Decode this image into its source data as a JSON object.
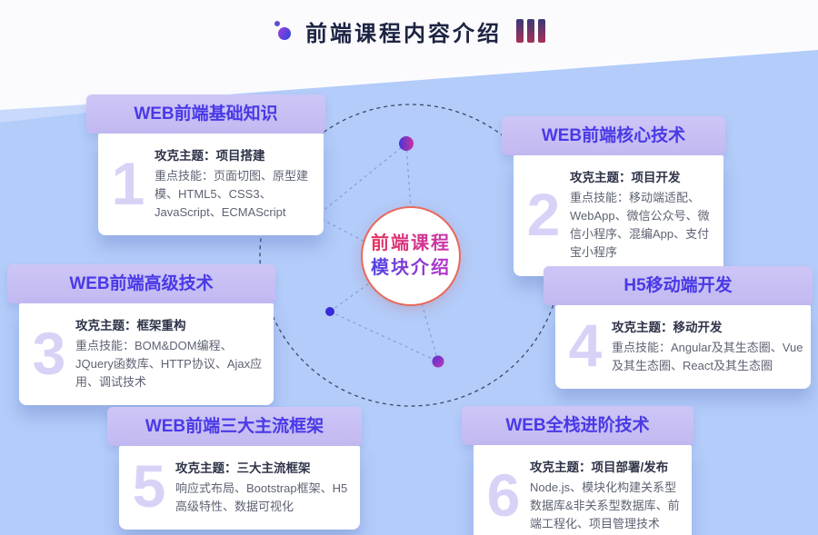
{
  "title": {
    "text": "前端课程内容介绍"
  },
  "hub": {
    "line1": "前端课程",
    "line2": "模块介绍"
  },
  "cards": [
    {
      "num": "1",
      "header": "WEB前端基础知识",
      "theme_line": "攻克主题：项目搭建",
      "skills_line": "重点技能：页面切图、原型建模、HTML5、CSS3、JavaScript、ECMAScript"
    },
    {
      "num": "2",
      "header": "WEB前端核心技术",
      "theme_line": "攻克主题：项目开发",
      "skills_line": "重点技能：移动端适配、WebApp、微信公众号、微信小程序、混编App、支付宝小程序"
    },
    {
      "num": "3",
      "header": "WEB前端高级技术",
      "theme_line": "攻克主题：框架重构",
      "skills_line": "重点技能：BOM&DOM编程、JQuery函数库、HTTP协议、Ajax应用、调试技术"
    },
    {
      "num": "4",
      "header": "H5移动端开发",
      "theme_line": "攻克主题：移动开发",
      "skills_line": "重点技能：Angular及其生态圈、Vue及其生态圈、React及其生态圈"
    },
    {
      "num": "5",
      "header": "WEB前端三大主流框架",
      "theme_line": "攻克主题：三大主流框架",
      "skills_line": "响应式布局、Bootstrap框架、H5高级特性、数据可视化"
    },
    {
      "num": "6",
      "header": "WEB全栈进阶技术",
      "theme_line": "攻克主题：项目部署/发布",
      "skills_line": "Node.js、模块化构建关系型数据库&非关系型数据库、前端工程化、项目管理技术"
    }
  ],
  "colors": {
    "background_blue": "#b3ccf9",
    "top_plane_white": "#fbfbfe",
    "wedge_blue": "#c9d9fb",
    "title_text": "#1d2442",
    "card_header_bg": "#c7c0f3",
    "card_header_text": "#4a39e6",
    "card_number": "#d9d2f7",
    "theme_text": "#2e3348",
    "skills_text": "#5e6373",
    "hub_border": "#e8695d",
    "hub_text_pink": "#e8335c",
    "hub_text_indigo": "#4f43e3",
    "dashed_circle": "#3c4867",
    "connector_line": "#6e82be",
    "node_gradient_start": "#4636d8",
    "node_gradient_end": "#cf2f9e"
  }
}
